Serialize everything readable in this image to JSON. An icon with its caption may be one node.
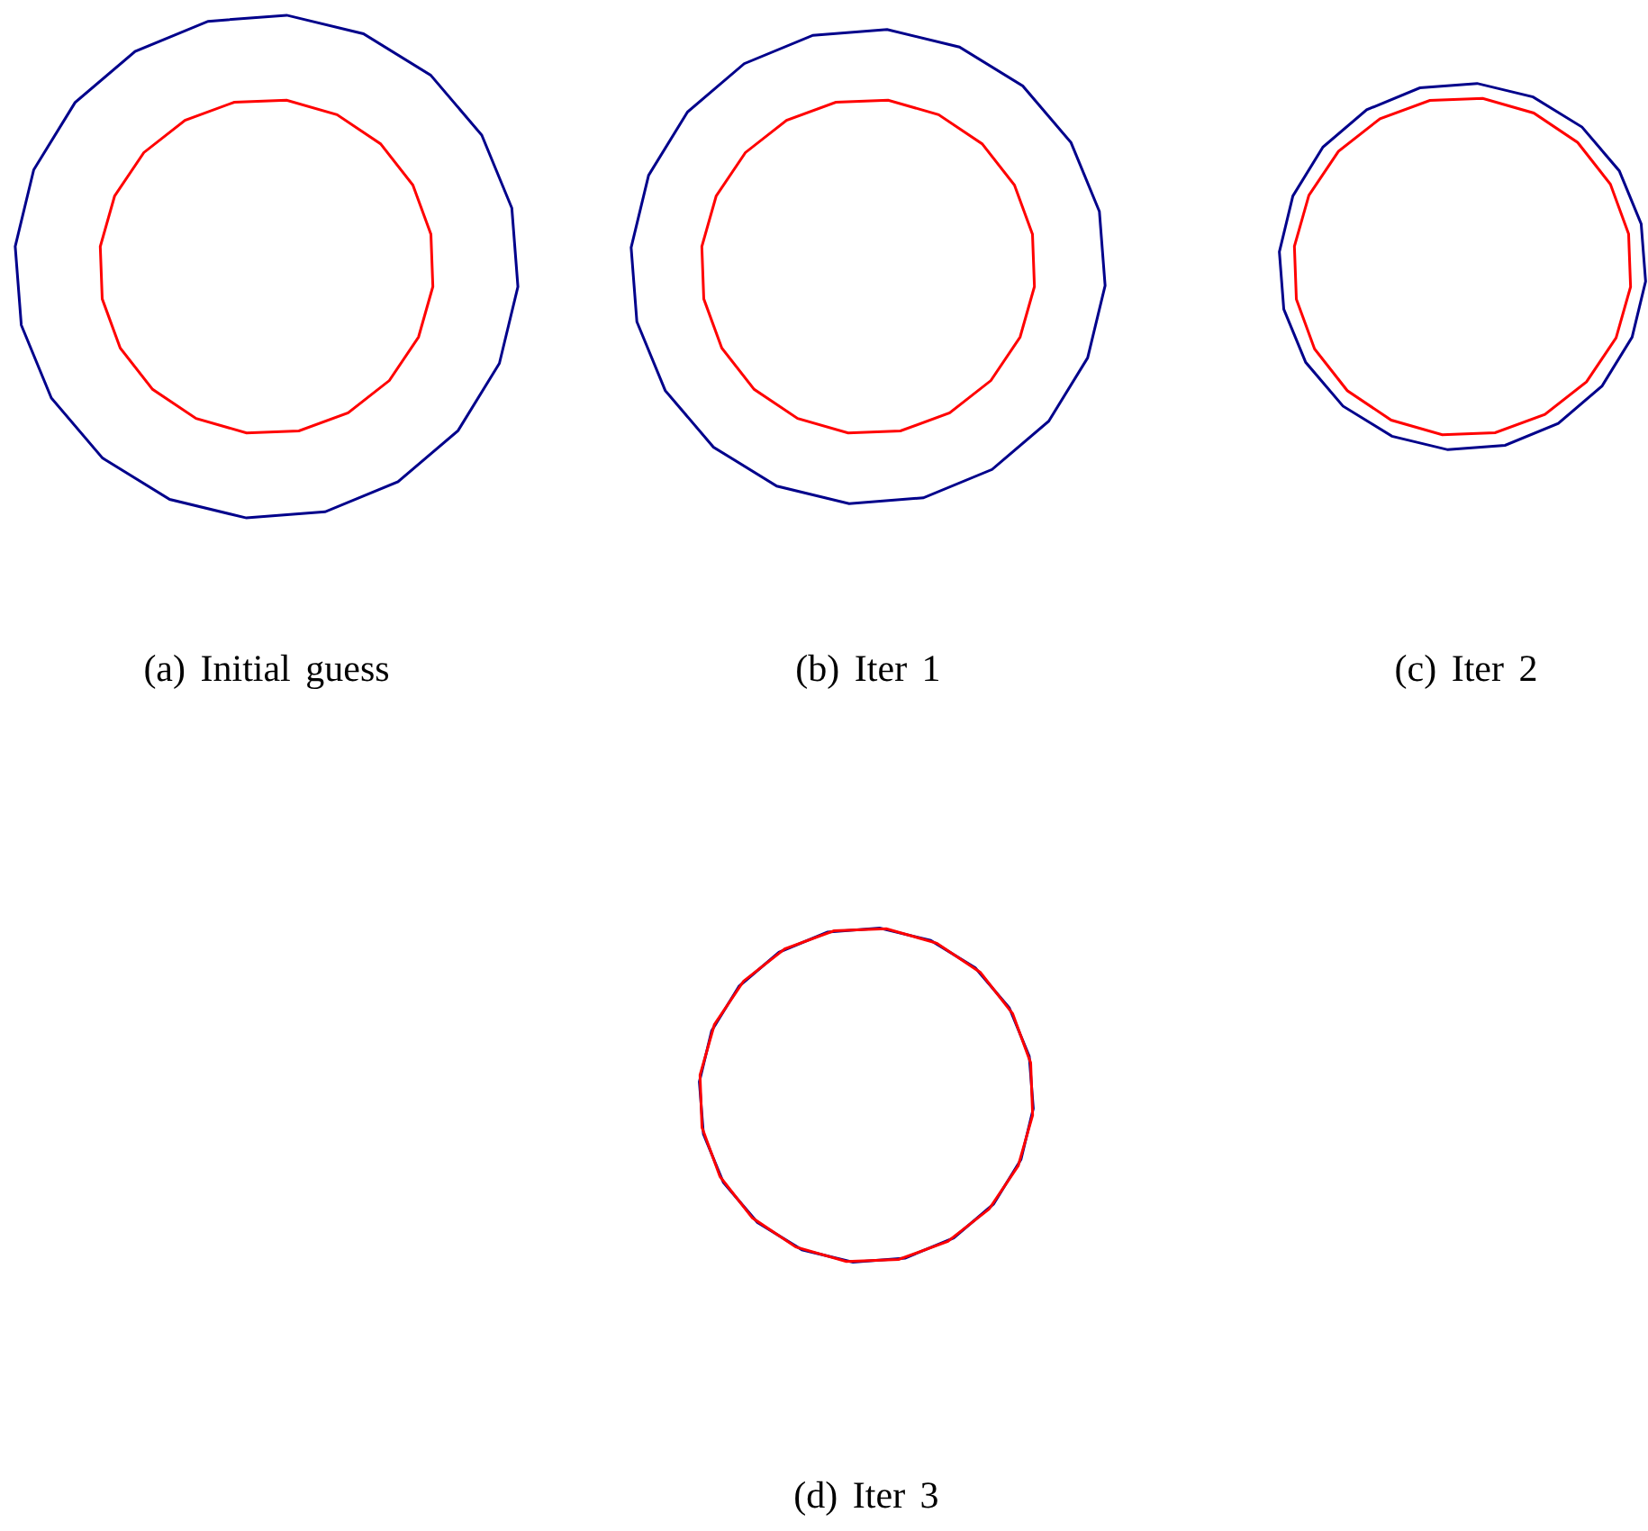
{
  "diagram": {
    "labels": [
      "(a) Initial guess",
      "(b) Iter 1",
      "(c) Iter 2",
      "(d) Iter 3"
    ]
  }
}
